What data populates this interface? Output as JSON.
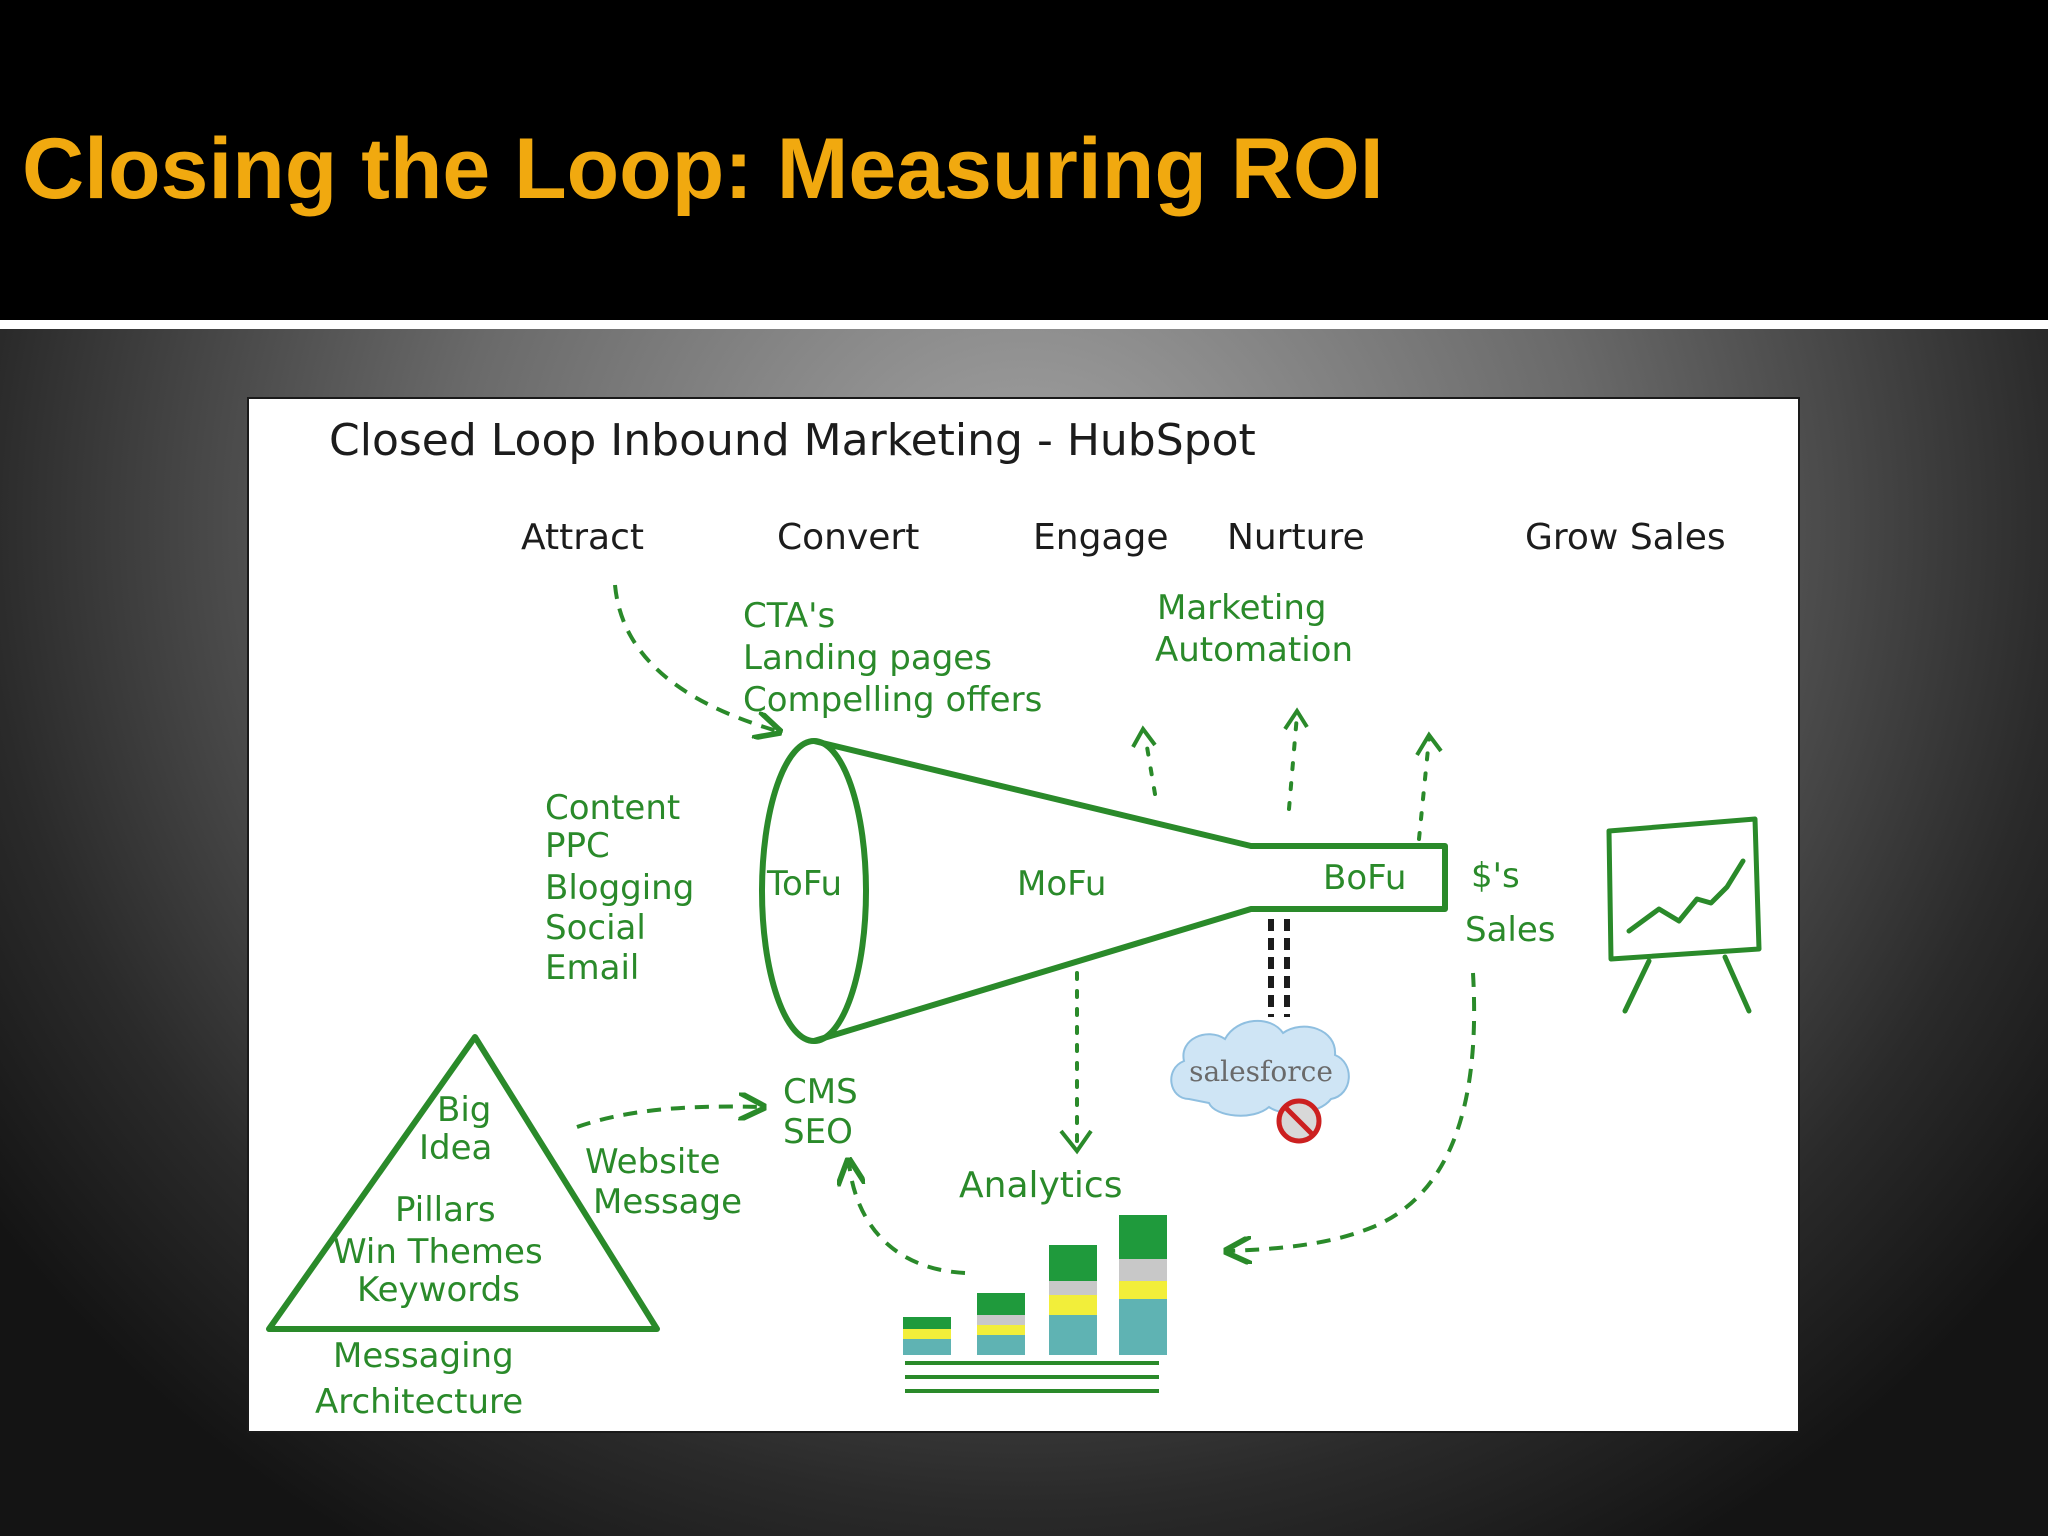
{
  "slide": {
    "title": "Closing the Loop: Measuring ROI"
  },
  "diagram": {
    "heading": "Closed Loop Inbound Marketing - HubSpot",
    "stages": [
      "Attract",
      "Convert",
      "Engage",
      "Nurture",
      "Grow Sales"
    ],
    "convert_items": [
      "CTA's",
      "Landing pages",
      "Compelling offers"
    ],
    "nurture_items": [
      "Marketing",
      "Automation"
    ],
    "attract_channels": [
      "Content",
      "PPC",
      "Blogging",
      "Social",
      "Email"
    ],
    "funnel": {
      "top": "ToFu",
      "middle": "MoFu",
      "bottom": "BoFu"
    },
    "sales_labels": [
      "$'s",
      "Sales"
    ],
    "cms_labels": [
      "CMS",
      "SEO"
    ],
    "website_labels": [
      "Website",
      "Message"
    ],
    "pyramid_labels": [
      "Big",
      "Idea",
      "Pillars",
      "Win Themes",
      "Keywords"
    ],
    "architecture_labels": [
      "Messaging",
      "Architecture"
    ],
    "analytics_label": "Analytics",
    "crm_logo_text": "salesforce",
    "colors": {
      "title": "#f1a90f",
      "ink_green": "#2a8a2a",
      "ink_black": "#1c1c1c",
      "cloud": "#cfe5f5",
      "bar_green": "#1f9a3c",
      "bar_gray": "#c8c8c8",
      "bar_yellow": "#f2ee3a",
      "bar_teal": "#5fb3b3"
    }
  }
}
